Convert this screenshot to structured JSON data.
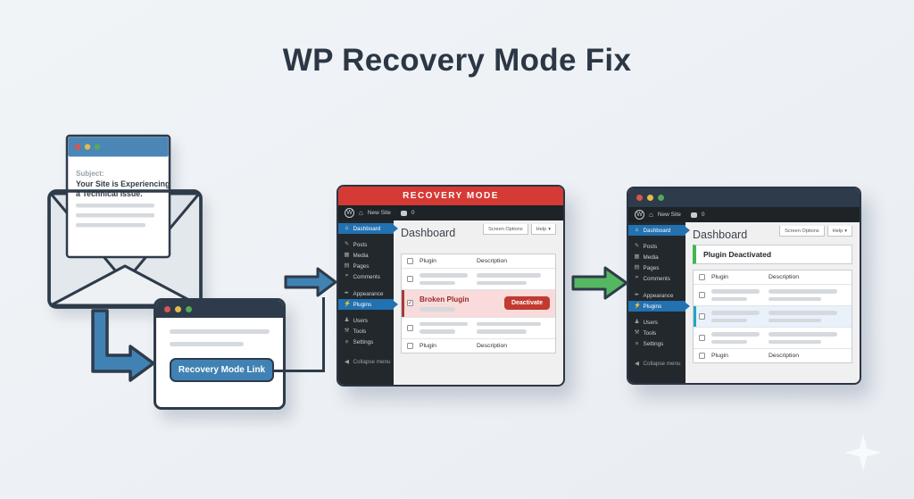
{
  "page": {
    "title": "WP Recovery Mode Fix"
  },
  "email": {
    "subject_label": "Subject:",
    "subject_line1": "Your Site is Experiencing",
    "subject_line2": "a Technical Issue."
  },
  "link_window": {
    "button_label": "Recovery Mode Link"
  },
  "icons": {
    "wp_logo": "W",
    "home": "⌂",
    "dashboard": "⌂",
    "posts": "✎",
    "media": "▦",
    "pages": "▤",
    "comments": "❞",
    "appearance": "✒",
    "plugins": "⚡",
    "users": "♟",
    "tools": "⚒",
    "settings": "≡",
    "collapse": "◀",
    "check": "✓",
    "dropdown_caret": "▾"
  },
  "wp": {
    "site_name": "New Site",
    "comment_count": "0",
    "heading": "Dashboard",
    "screen_options_label": "Screen Options",
    "help_label": "Help",
    "columns": {
      "plugin": "Plugin",
      "description": "Description"
    },
    "sidebar_items": [
      {
        "label": "Dashboard"
      },
      {
        "label": "Posts"
      },
      {
        "label": "Media"
      },
      {
        "label": "Pages"
      },
      {
        "label": "Comments"
      },
      {
        "label": "Appearance"
      },
      {
        "label": "Plugins"
      },
      {
        "label": "Users"
      },
      {
        "label": "Tools"
      },
      {
        "label": "Settings"
      },
      {
        "label": "Collapse menu"
      }
    ]
  },
  "recovery_dashboard": {
    "banner": "RECOVERY MODE",
    "broken_plugin_name": "Broken Plugin",
    "deactivate_label": "Deactivate"
  },
  "fixed_dashboard": {
    "notice": "Plugin Deactivated"
  },
  "colors": {
    "background": "#edf0f4",
    "outline_navy": "#2e3b4a",
    "accent_blue": "#4182b4",
    "recovery_red": "#d63a35",
    "deactivate_red": "#c23a30",
    "broken_row_bg": "#f8dbda",
    "broken_row_border": "#a83a38",
    "success_green": "#46b450",
    "arrow_green": "#55b761",
    "deactivated_row_bg": "#e9f2fa",
    "deactivated_row_border": "#22a6c3",
    "wp_sidebar_dark": "#23282d",
    "wp_active_blue": "#2271b1"
  }
}
